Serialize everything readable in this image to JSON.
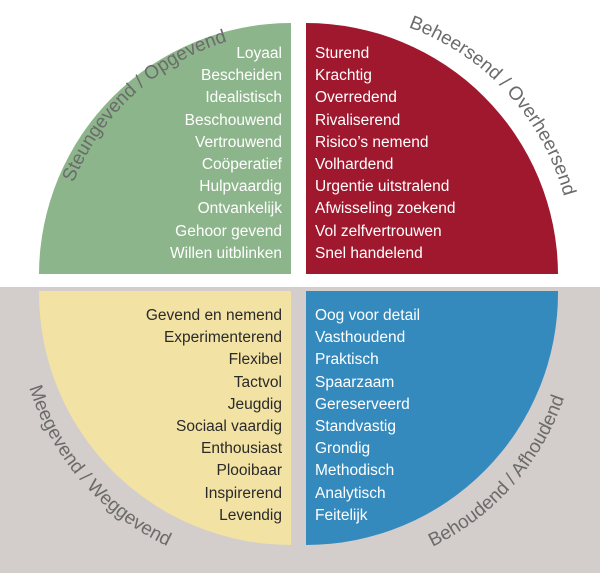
{
  "colors": {
    "background_top": "#ffffff",
    "background_bottom": "#d3cdcb",
    "green": "#8db58b",
    "red": "#a0182e",
    "yellow": "#f2e2a3",
    "blue": "#3489bd",
    "arc_text": "#6b6b6b"
  },
  "quadrants": {
    "top_left": {
      "label": "Steungevend / Opgevend",
      "items": [
        "Loyaal",
        "Bescheiden",
        "Idealistisch",
        "Beschouwend",
        "Vertrouwend",
        "Coöperatief",
        "Hulpvaardig",
        "Ontvankelijk",
        "Gehoor gevend",
        "Willen uitblinken"
      ]
    },
    "top_right": {
      "label": "Beheersend / Overheersend",
      "items": [
        "Sturend",
        "Krachtig",
        "Overredend",
        "Rivaliserend",
        "Risico’s nemend",
        "Volhardend",
        "Urgentie uitstralend",
        "Afwisseling zoekend",
        "Vol zelfvertrouwen",
        "Snel handelend"
      ]
    },
    "bottom_left": {
      "label": "Meegevend / Weggevend",
      "items": [
        "Gevend en nemend",
        "Experimenterend",
        "Flexibel",
        "Tactvol",
        "Jeugdig",
        "Sociaal vaardig",
        "Enthousiast",
        "Plooibaar",
        "Inspirerend",
        "Levendig"
      ]
    },
    "bottom_right": {
      "label": "Behoudend / Afhoudend",
      "items": [
        "Oog voor detail",
        "Vasthoudend",
        "Praktisch",
        "Spaarzaam",
        "Gereserveerd",
        "Standvastig",
        "Grondig",
        "Methodisch",
        "Analytisch",
        "Feitelijk"
      ]
    }
  }
}
